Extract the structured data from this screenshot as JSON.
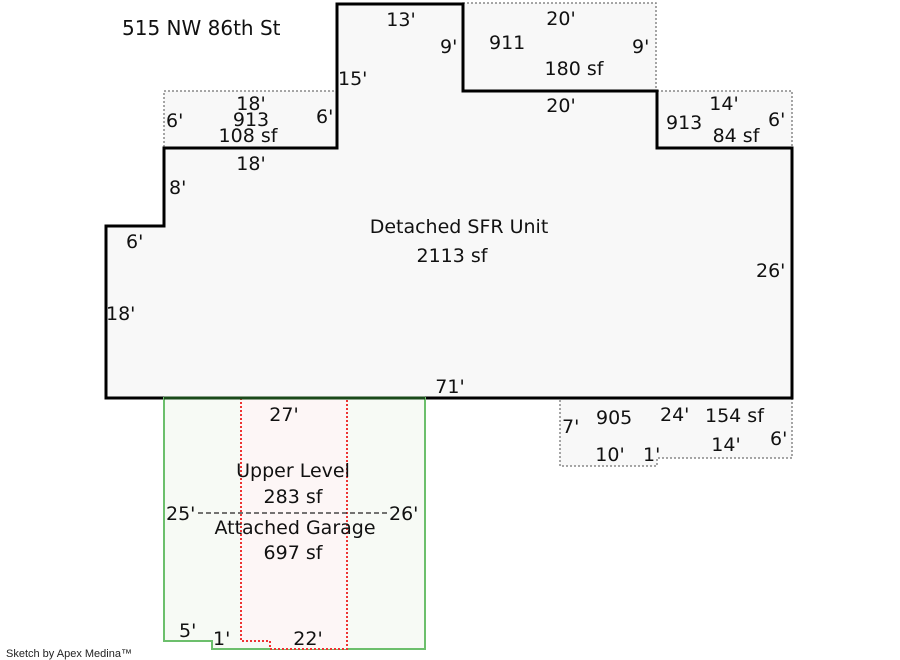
{
  "title": "515 NW 86th St",
  "credit": "Sketch by Apex Medina™",
  "colors": {
    "main_outline": "#000000",
    "main_fill": "#f8f8f8",
    "addon_outline": "#888888",
    "garage_outline": "#6cbf6c",
    "garage_fill": "#f7faf5",
    "upper_outline": "#ee3333",
    "upper_fill": "#fdf6f6"
  },
  "areas": {
    "main": {
      "name": "Detached SFR Unit",
      "area": "2113 sf"
    },
    "addon_911": {
      "code": "911",
      "area": "180 sf"
    },
    "addon_913_left": {
      "code": "913",
      "area": "108 sf"
    },
    "addon_913_right": {
      "code": "913",
      "area": "84 sf"
    },
    "addon_905": {
      "code": "905",
      "area": "154 sf"
    },
    "upper_level": {
      "name": "Upper Level",
      "area": "283 sf"
    },
    "garage": {
      "name": "Attached Garage",
      "area": "697 sf"
    }
  },
  "dimensions": {
    "main_top_bump": "13'",
    "main_bump_left": "15'",
    "main_bump_right": "9'",
    "main_step_top": "20'",
    "main_left_upper": "18'",
    "main_left_step_v": "8'",
    "main_left_step_h": "6'",
    "main_left": "18'",
    "main_right": "26'",
    "main_bottom": "71'",
    "a911_top": "20'",
    "a911_right": "9'",
    "a913l_top": "18'",
    "a913l_left": "6'",
    "a913l_right": "6'",
    "a913r_top": "14'",
    "a913r_right": "6'",
    "a905_left": "7'",
    "a905_top": "24'",
    "a905_bottom_left": "10'",
    "a905_step": "1'",
    "a905_bottom_right": "14'",
    "a905_right": "6'",
    "upper_top": "27'",
    "upper_bottom": "22'",
    "garage_left": "25'",
    "garage_right": "26'",
    "garage_bottom_left": "5'",
    "garage_step": "1'"
  }
}
